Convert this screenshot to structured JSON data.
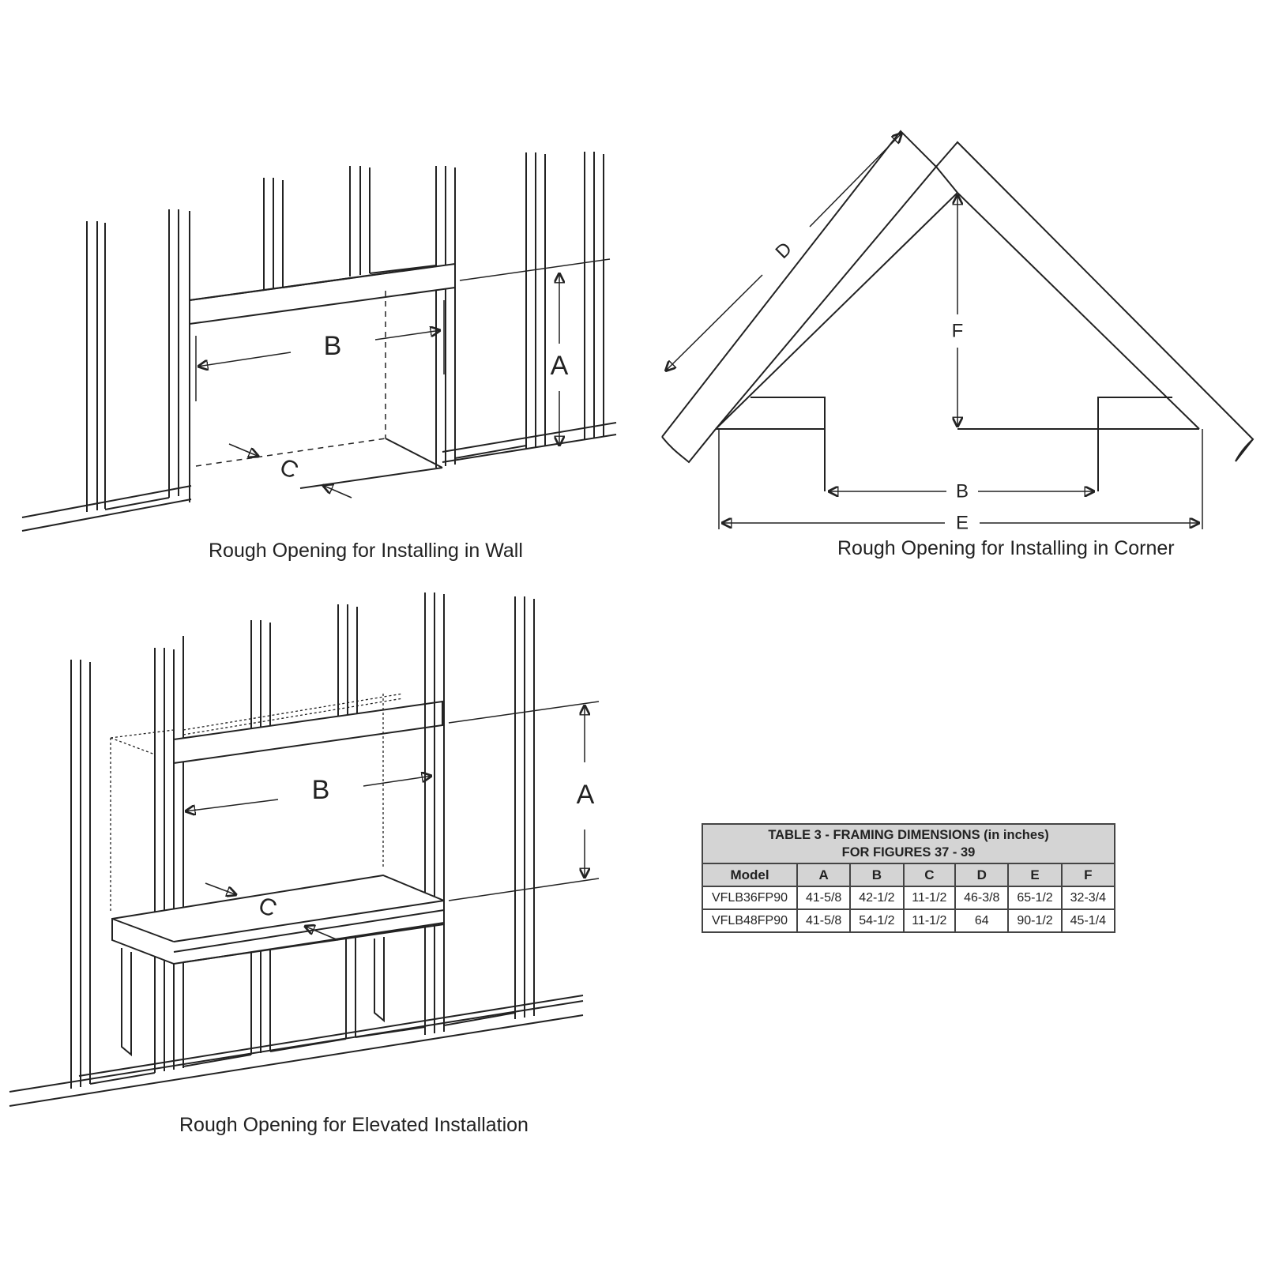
{
  "captions": {
    "wall": "Rough Opening for Installing in Wall",
    "corner": "Rough Opening for Installing in Corner",
    "elevated": "Rough Opening for Elevated Installation"
  },
  "labels": {
    "wall": {
      "a": "A",
      "b": "B",
      "c": "C"
    },
    "corner": {
      "b": "B",
      "d": "D",
      "e": "E",
      "f": "F"
    },
    "elevated": {
      "a": "A",
      "b": "B",
      "c": "C"
    }
  },
  "table": {
    "title_line1": "TABLE 3 - FRAMING DIMENSIONS (in inches)",
    "title_line2": "FOR FIGURES 37 - 39",
    "headers": [
      "Model",
      "A",
      "B",
      "C",
      "D",
      "E",
      "F"
    ],
    "rows": [
      [
        "VFLB36FP90",
        "41-5/8",
        "42-1/2",
        "11-1/2",
        "46-3/8",
        "65-1/2",
        "32-3/4"
      ],
      [
        "VFLB48FP90",
        "41-5/8",
        "54-1/2",
        "11-1/2",
        "64",
        "90-1/2",
        "45-1/4"
      ]
    ]
  }
}
